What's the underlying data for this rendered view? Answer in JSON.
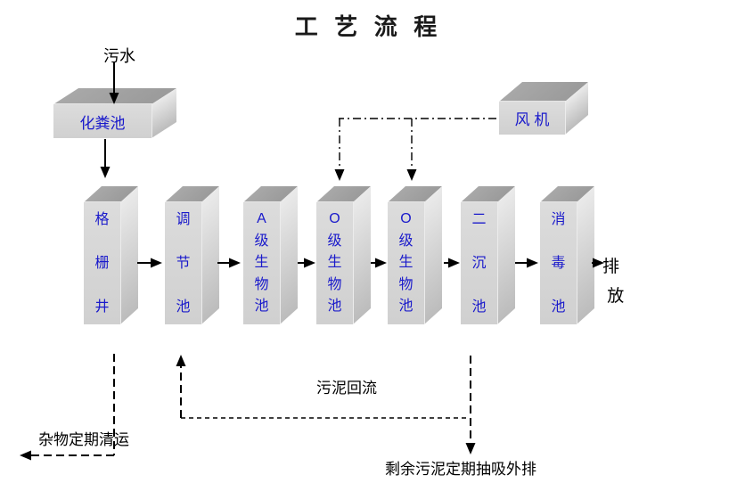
{
  "title": "工 艺 流 程",
  "nodes": {
    "influent": "污水",
    "septic_tank": "化粪池",
    "blower": "风 机",
    "tanks": [
      {
        "label": "格\n栅\n井"
      },
      {
        "label": "调\n节\n池"
      },
      {
        "label": "A\n级\n生\n物\n池"
      },
      {
        "label": "O\n级\n生\n物\n池"
      },
      {
        "label": "O\n级\n生\n物\n池"
      },
      {
        "label": "二\n沉\n池"
      },
      {
        "label": "消\n毒\n池"
      }
    ],
    "discharge": "排\n 放"
  },
  "annotations": {
    "debris_removal": "杂物定期清运",
    "sludge_return": "污泥回流",
    "excess_sludge": "剩余污泥定期抽吸外排"
  },
  "colors": {
    "label_blue": "#1a1acb",
    "line_black": "#000000",
    "box_front": "#d0d0d0",
    "box_top": "#9b9b9b",
    "box_side": "#cfcfcf"
  }
}
